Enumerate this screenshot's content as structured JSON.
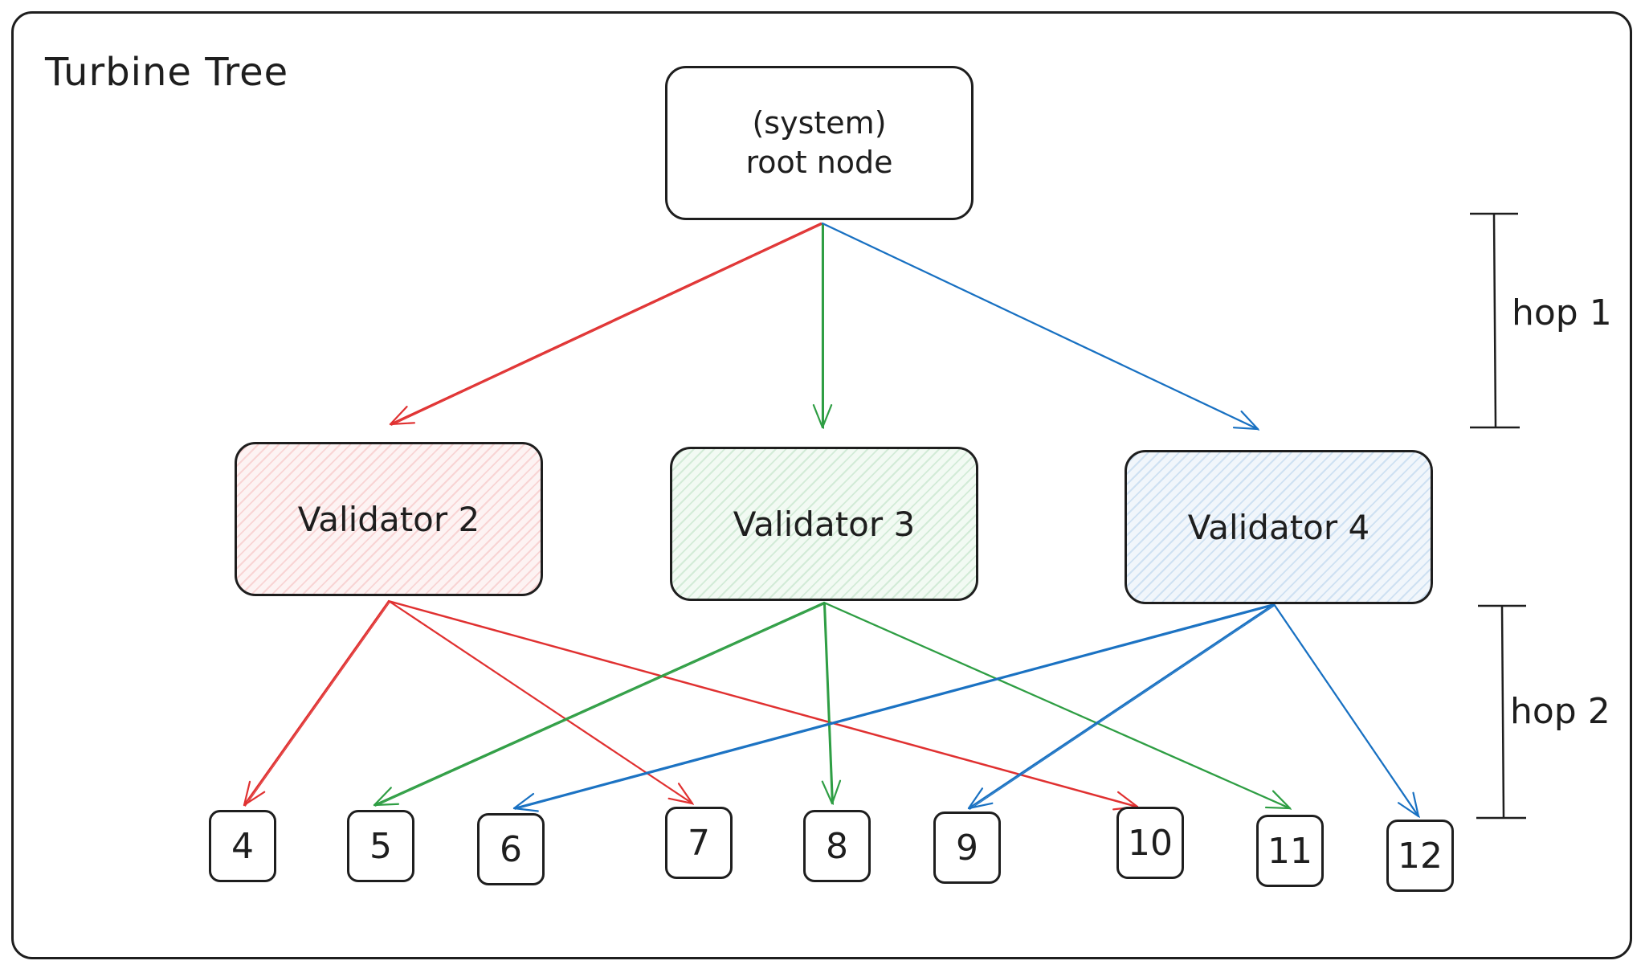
{
  "title": "Turbine Tree",
  "root": {
    "line1": "(system)",
    "line2": "root node"
  },
  "validators": [
    "Validator 2",
    "Validator 3",
    "Validator 4"
  ],
  "leaves": [
    "4",
    "5",
    "6",
    "7",
    "8",
    "9",
    "10",
    "11",
    "12"
  ],
  "hops": [
    "hop 1",
    "hop 2"
  ],
  "colors": {
    "red": "#e03131",
    "green": "#2f9e44",
    "blue": "#1971c2",
    "ink": "#1e1e1e"
  }
}
